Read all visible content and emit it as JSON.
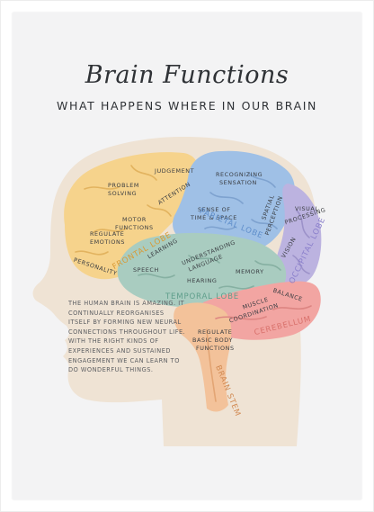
{
  "title": "Brain Functions",
  "subtitle": "WHAT HAPPENS WHERE IN OUR BRAIN",
  "blurb": "THE HUMAN BRAIN IS AMAZING. IT CONTINUALLY REORGANISES ITSELF BY FORMING NEW NEURAL CONNECTIONS THROUGHOUT LIFE. WITH THE RIGHT KINDS OF EXPERIENCES AND SUSTAINED ENGAGEMENT WE CAN LEARN TO DO WONDERFUL THINGS.",
  "lobes": {
    "frontal": "FRONTAL LOBE",
    "parietal": "PARIETAL LOBE",
    "occipital": "OCCIPITAL LOBE",
    "temporal": "TEMPORAL LOBE",
    "cerebellum": "CEREBELLUM",
    "brain_stem": "BRAIN STEM"
  },
  "functions": {
    "judgement": "JUDGEMENT",
    "problem": "PROBLEM",
    "solving": "SOLVING",
    "attention": "ATTENTION",
    "motor": "MOTOR",
    "motor_functions": "FUNCTIONS",
    "regulate": "REGULATE",
    "emotions": "EMOTIONS",
    "personality": "PERSONALITY",
    "recognizing": "RECOGNIZING",
    "sensation": "SENSATION",
    "sense_of": "SENSE OF",
    "time_space": "TIME & SPACE",
    "spatial": "SPATIAL",
    "perception": "PERCEPTION",
    "visual": "VISUAL",
    "processing": "PROCESSING",
    "vision": "VISION",
    "learning": "LEARNING",
    "understanding": "UNDERSTANDING",
    "language": "LANGUAGE",
    "speech": "SPEECH",
    "hearing": "HEARING",
    "memory": "MEMORY",
    "balance": "BALANCE",
    "muscle": "MUSCLE",
    "coordination": "COORDINATION",
    "regulate_basic": "REGULATE",
    "basic_body": "BASIC BODY",
    "body_functions": "FUNCTIONS"
  },
  "colors": {
    "poster_bg": "#f3f3f4",
    "head": "#efe3d4",
    "frontal": "#f6d38c",
    "parietal": "#9fc0e6",
    "occipital": "#bcb3e0",
    "temporal": "#a9ccc0",
    "cerebellum": "#f2a5a2",
    "brain_stem": "#f3c29a"
  }
}
